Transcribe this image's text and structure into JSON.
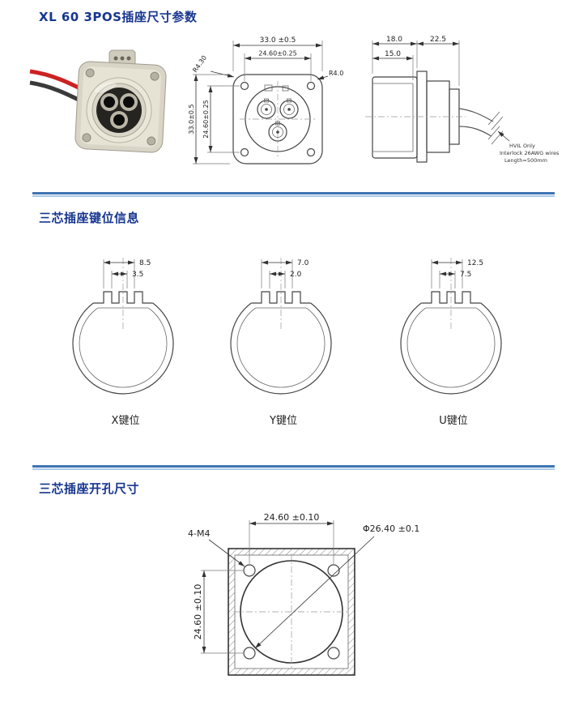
{
  "colors": {
    "c-heading": "#17368f",
    "c-divider-dark": "#3e74b3",
    "c-divider-light": "#a9c9e6",
    "c-wire-red": "#cc2222"
  },
  "section1": {
    "heading": "XL 60 3POS插座尺寸参数",
    "front": {
      "dim_top_outer": "33.0 ±0.5",
      "dim_top_inner": "24.60±0.25",
      "dim_left_outer": "33.0±0.5",
      "dim_left_inner": "24.60±0.25",
      "radius_corner": "R4.30",
      "radius_small": "R4.0"
    },
    "side": {
      "dim_front": "18.0",
      "dim_rear": "22.5",
      "dim_inner": "15.0",
      "note1": "HVIL Only",
      "note2": "Interlock 26AWG wires",
      "note3": "Length=500mm"
    }
  },
  "section2": {
    "heading": "三芯插座键位信息",
    "keys": [
      {
        "label": "X键位",
        "dim_outer": "8.5",
        "dim_inner": "3.5"
      },
      {
        "label": "Y键位",
        "dim_outer": "7.0",
        "dim_inner": "2.0"
      },
      {
        "label": "U键位",
        "dim_outer": "12.5",
        "dim_inner": "7.5"
      }
    ]
  },
  "section3": {
    "heading": "三芯插座开孔尺寸",
    "cutout": {
      "dim_horizontal": "24.60 ±0.10",
      "dim_vertical": "24.60 ±0.10",
      "holes_label": "4-M4",
      "diameter_label": "Φ26.40 ±0.1"
    }
  }
}
